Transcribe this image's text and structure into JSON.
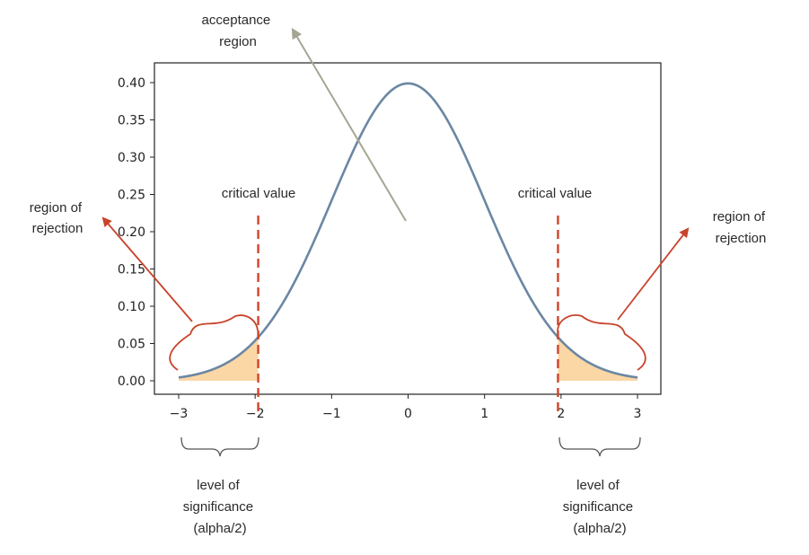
{
  "chart_data": {
    "type": "line",
    "title": "",
    "xlabel": "",
    "ylabel": "",
    "xlim": [
      -3.2,
      3.3
    ],
    "ylim": [
      -0.02,
      0.42
    ],
    "x_ticks": [
      -3,
      -2,
      -1,
      0,
      1,
      2,
      3
    ],
    "x_tick_labels": [
      "−3",
      "−2",
      "−1",
      "0",
      "1",
      "2",
      "3"
    ],
    "y_ticks": [
      0.0,
      0.05,
      0.1,
      0.15,
      0.2,
      0.25,
      0.3,
      0.35,
      0.4
    ],
    "y_tick_labels": [
      "0.00",
      "0.05",
      "0.10",
      "0.15",
      "0.20",
      "0.25",
      "0.30",
      "0.35",
      "0.40"
    ],
    "grid": false,
    "series": [
      {
        "distribution": "standard normal pdf",
        "x_range": [
          -3,
          3
        ],
        "color": "#6b87a3"
      }
    ],
    "critical_values": [
      -1.96,
      1.96
    ],
    "rejection_shading": {
      "color": "#fbd7a6",
      "left": [
        -3,
        -1.96
      ],
      "right": [
        1.96,
        3
      ]
    },
    "critical_line_color": "#d0442a"
  },
  "annotations": {
    "acceptance": [
      "acceptance",
      "region"
    ],
    "critical_left": "critical value",
    "critical_right": "critical value",
    "rejection_left": [
      "region of",
      "rejection"
    ],
    "rejection_right": [
      "region of",
      "rejection"
    ],
    "significance_left": [
      "level of",
      "significance",
      "(alpha/2)"
    ],
    "significance_right": [
      "level of",
      "significance",
      "(alpha/2)"
    ]
  },
  "colors": {
    "curve": "#6b87a3",
    "critical": "#d0442a",
    "arrow_red": "#c8442c",
    "arrow_gray": "#a6a593",
    "shade": "#fbd7a6",
    "brace_gray": "#555555"
  }
}
